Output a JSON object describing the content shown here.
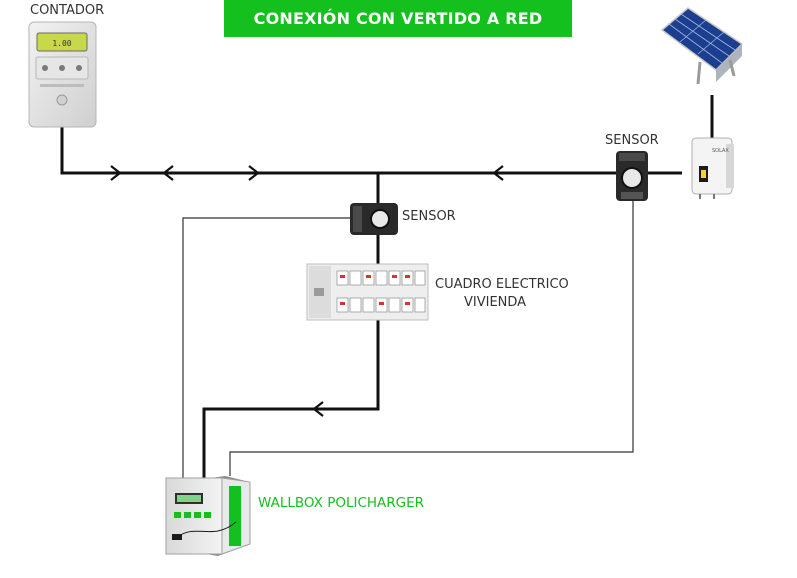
{
  "title": "CONEXIÓN CON VERTIDO A RED",
  "labels": {
    "meter": "CONTADOR",
    "sensor_right": "SENSOR",
    "sensor_center": "SENSOR",
    "panel_line1": "CUADRO ELECTRICO",
    "panel_line2": "VIVIENDA",
    "wallbox": "WALLBOX POLICHARGER"
  },
  "device_text": {
    "inverter_brand": "SOLAX",
    "meter_display": "1.00"
  },
  "colors": {
    "banner": "#14c01e",
    "wire": "#111111",
    "wallbox_accent": "#14c01e",
    "label_text": "#333333"
  },
  "icons": [
    "electric-meter-icon",
    "solar-panel-icon",
    "inverter-icon",
    "current-sensor-icon",
    "breaker-panel-icon",
    "wallbox-charger-icon",
    "arrow-right-icon",
    "arrow-left-icon"
  ]
}
